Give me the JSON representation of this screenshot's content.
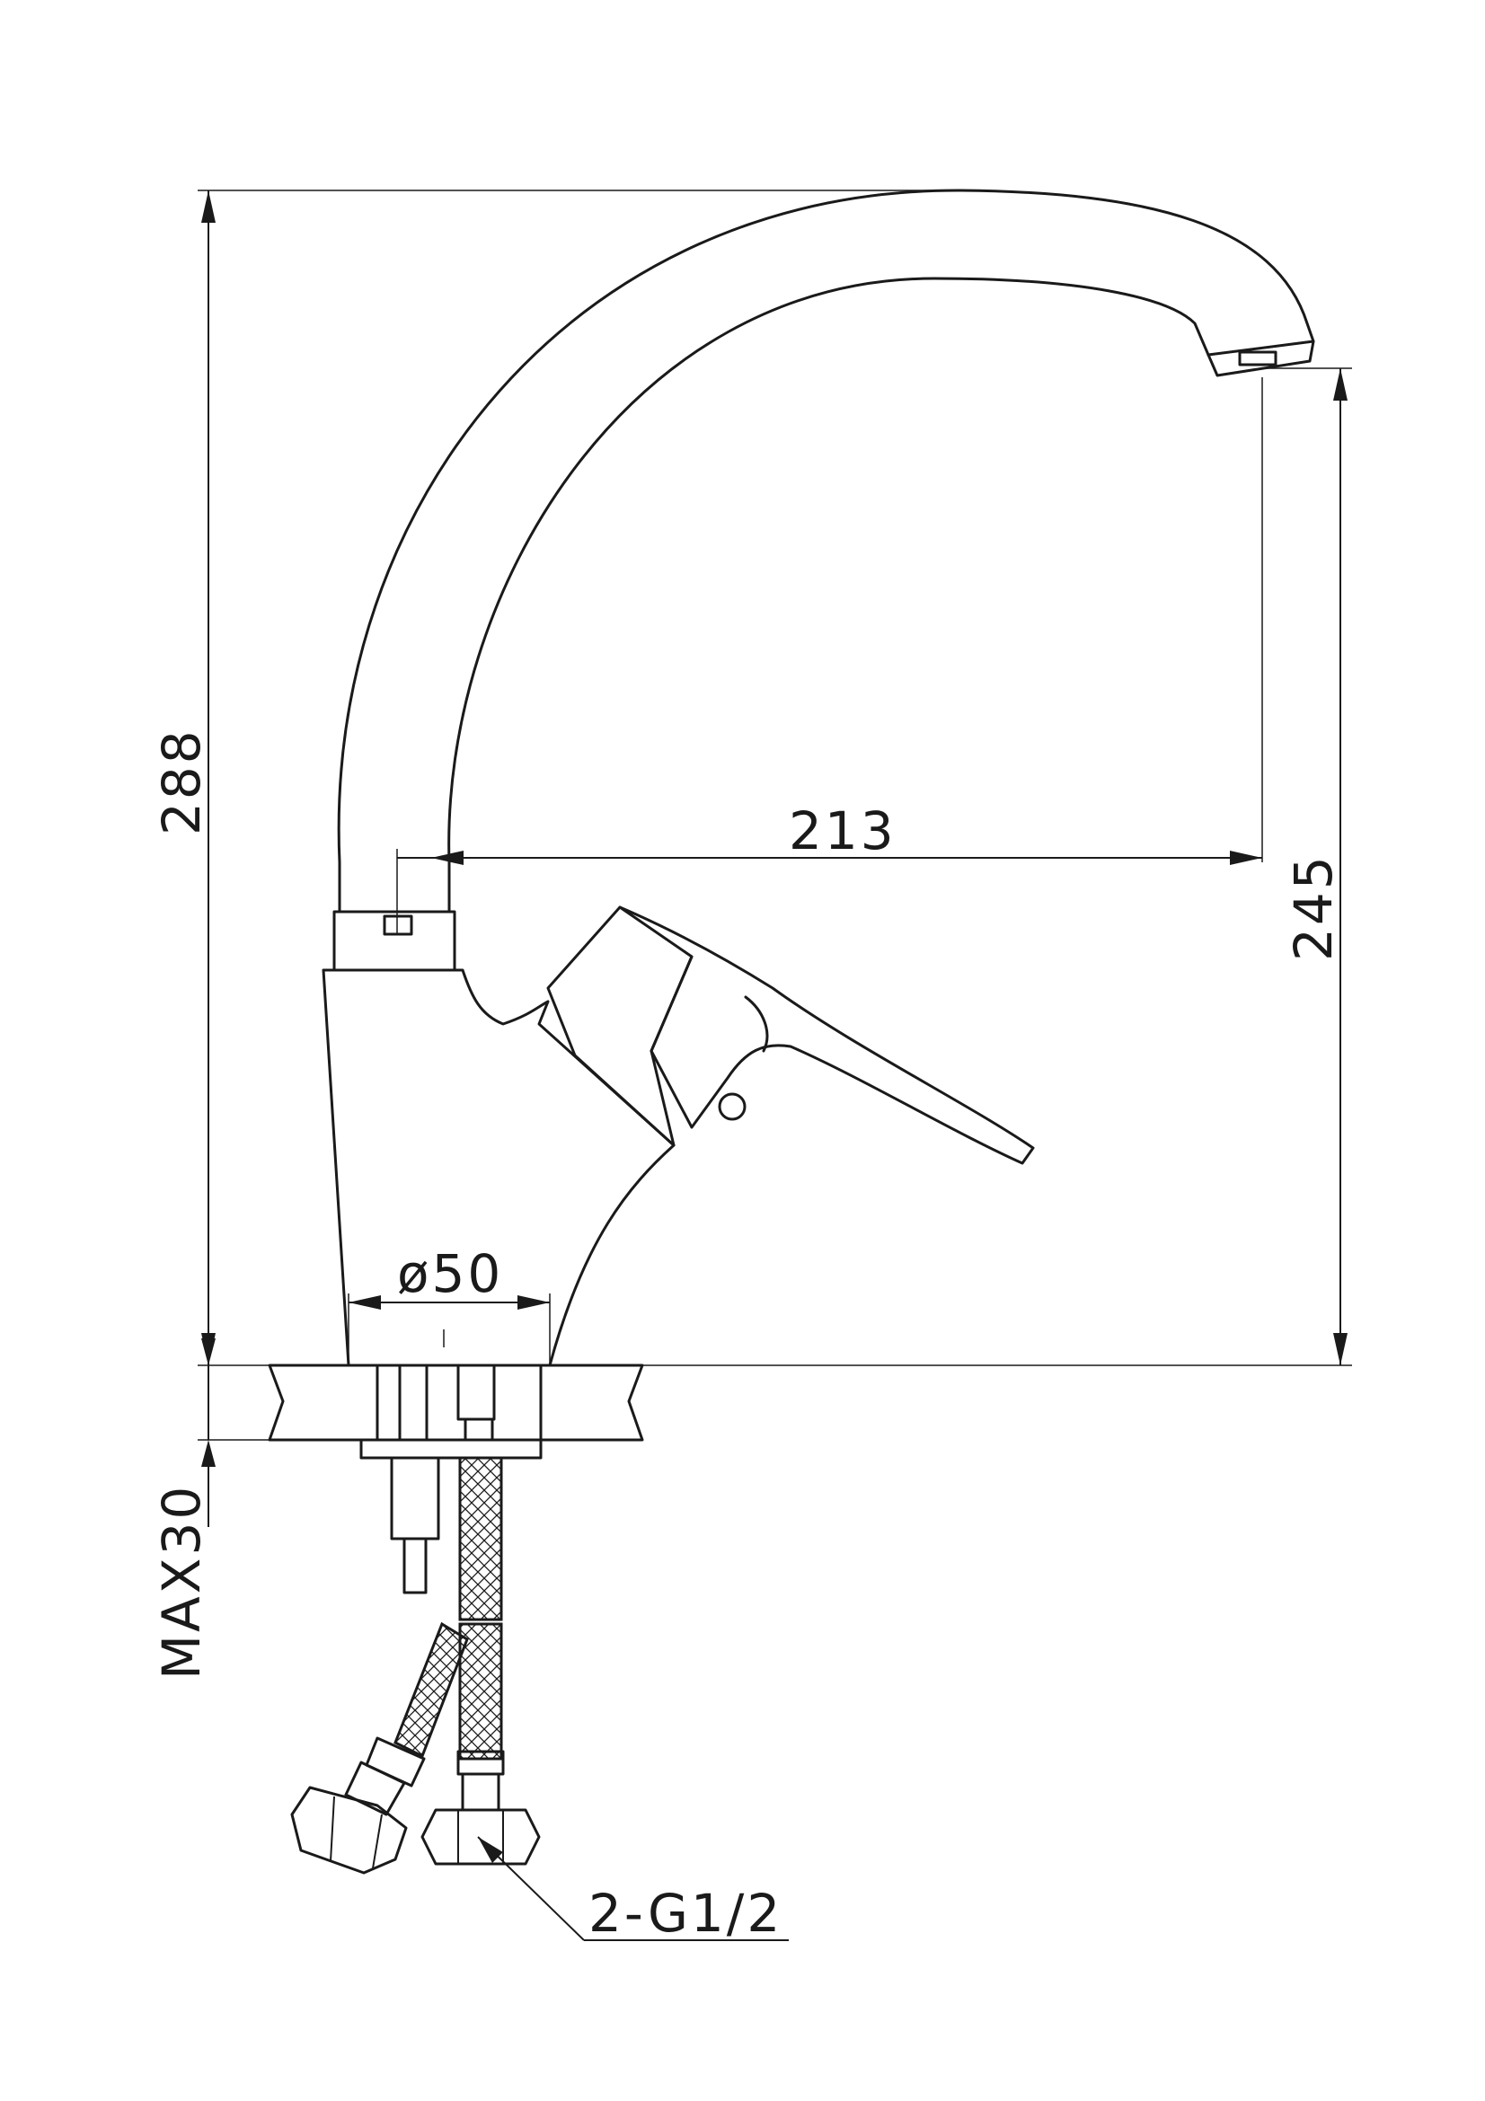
{
  "dimensions": {
    "overall_height": "288",
    "reach": "213",
    "spout_height": "245",
    "base_diameter": "ø50",
    "max_counter_thickness": "MAX30",
    "connection_thread": "2-G1/2"
  },
  "colors": {
    "line": "#1a1a1a",
    "background": "#ffffff"
  }
}
